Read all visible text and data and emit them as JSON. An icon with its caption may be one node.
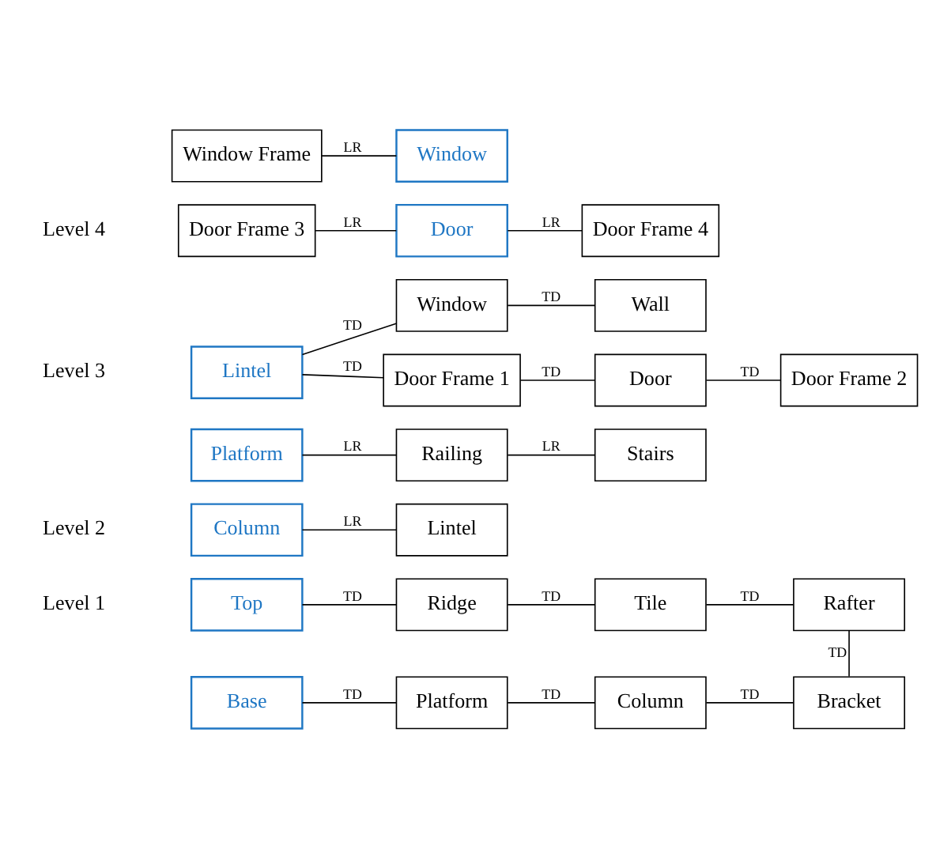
{
  "diagram": {
    "nodes": [
      {
        "text": [
          "Top"
        ]
      },
      {
        "text": [
          "Ridge"
        ]
      },
      {
        "text": [
          "Tile"
        ]
      },
      {
        "text": [
          "Rafter"
        ]
      },
      {
        "text": [
          "Base"
        ]
      },
      {
        "text": [
          "Platform"
        ]
      },
      {
        "text": [
          "Column"
        ]
      },
      {
        "text": [
          "Bracket"
        ]
      },
      {
        "text": [
          "Column"
        ]
      },
      {
        "text": [
          "Lintel"
        ]
      },
      {
        "text": [
          "Platform"
        ]
      },
      {
        "text": [
          "Railing"
        ]
      },
      {
        "text": [
          "Stairs"
        ]
      },
      {
        "text": [
          "Lintel"
        ]
      },
      {
        "text": [
          "Window"
        ]
      },
      {
        "text": [
          "Wall"
        ]
      },
      {
        "text": [
          "Door Frame 1"
        ]
      },
      {
        "text": [
          "Door"
        ]
      },
      {
        "text": [
          "Door Frame 2"
        ]
      },
      {
        "text": [
          "Door Frame 3"
        ]
      },
      {
        "text": [
          "Door"
        ]
      },
      {
        "text": [
          "Door Frame 4"
        ]
      },
      {
        "text": [
          "Window Frame"
        ]
      },
      {
        "text": [
          "Window"
        ]
      }
    ],
    "edges": [
      {
        "from": 0,
        "to": 1,
        "arrow": "none",
        "label": "TD"
      },
      {
        "from": 1,
        "to": 2,
        "arrow": "none",
        "label": "TD"
      },
      {
        "from": 2,
        "to": 3,
        "arrow": "none",
        "label": "TD"
      },
      {
        "from": 3,
        "to": 7,
        "arrow": "none",
        "label": "TD"
      },
      {
        "from": 4,
        "to": 5,
        "arrow": "none",
        "label": "TD"
      },
      {
        "from": 5,
        "to": 6,
        "arrow": "none",
        "label": "TD"
      },
      {
        "from": 6,
        "to": 7,
        "arrow": "none",
        "label": "TD"
      },
      {
        "from": 8,
        "to": 9,
        "arrow": "none",
        "label": "LR"
      },
      {
        "from": 10,
        "to": 11,
        "arrow": "none",
        "label": "LR"
      },
      {
        "from": 11,
        "to": 12,
        "arrow": "none",
        "label": "LR"
      },
      {
        "from": 13,
        "to": 14,
        "arrow": "none",
        "label": "TD"
      },
      {
        "from": 14,
        "to": 15,
        "arrow": "none",
        "label": "TD"
      },
      {
        "from": 13,
        "to": 16,
        "arrow": "none",
        "label": "TD"
      },
      {
        "from": 16,
        "to": 17,
        "arrow": "none",
        "label": "TD"
      },
      {
        "from": 17,
        "to": 18,
        "arrow": "none",
        "label": "TD"
      },
      {
        "from": 19,
        "to": 20,
        "arrow": "none",
        "label": "LR"
      },
      {
        "from": 20,
        "to": 21,
        "arrow": "none",
        "label": "LR"
      },
      {
        "from": 22,
        "to": 23,
        "arrow": "none",
        "label": "LR"
      }
    ],
    "labels": [
      "Level 1",
      "Level 2",
      "Level 3",
      "Level 4"
    ]
  }
}
